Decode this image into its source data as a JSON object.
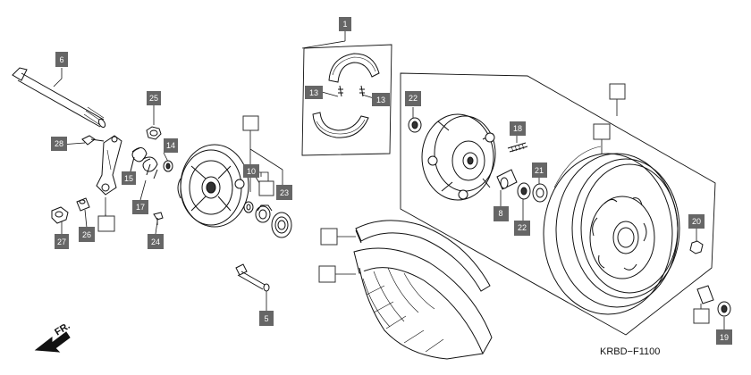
{
  "diagram": {
    "code": "KRBD−F1100",
    "front_marker": "FR."
  },
  "callouts": [
    {
      "id": "c1",
      "text": "1",
      "style": "dark"
    },
    {
      "id": "c6",
      "text": "6",
      "style": "dark"
    },
    {
      "id": "c13a",
      "text": "13",
      "style": "dark"
    },
    {
      "id": "c13b",
      "text": "13",
      "style": "dark"
    },
    {
      "id": "c25",
      "text": "25",
      "style": "dark"
    },
    {
      "id": "c28",
      "text": "28",
      "style": "dark"
    },
    {
      "id": "c14",
      "text": "14",
      "style": "dark"
    },
    {
      "id": "c15",
      "text": "15",
      "style": "dark"
    },
    {
      "id": "c17",
      "text": "17",
      "style": "dark"
    },
    {
      "id": "c10",
      "text": "10",
      "style": "dark"
    },
    {
      "id": "c23",
      "text": "23",
      "style": "dark"
    },
    {
      "id": "c27",
      "text": "27",
      "style": "dark"
    },
    {
      "id": "c26",
      "text": "26",
      "style": "dark"
    },
    {
      "id": "c24",
      "text": "24",
      "style": "dark"
    },
    {
      "id": "c5",
      "text": "5",
      "style": "dark"
    },
    {
      "id": "c22a",
      "text": "22",
      "style": "dark"
    },
    {
      "id": "c18",
      "text": "18",
      "style": "dark"
    },
    {
      "id": "c21",
      "text": "21",
      "style": "dark"
    },
    {
      "id": "c8",
      "text": "8",
      "style": "dark"
    },
    {
      "id": "c22b",
      "text": "22",
      "style": "dark"
    },
    {
      "id": "c20",
      "text": "20",
      "style": "dark"
    },
    {
      "id": "c19",
      "text": "19",
      "style": "dark"
    },
    {
      "id": "b1",
      "text": "",
      "style": "blank"
    },
    {
      "id": "b2",
      "text": "",
      "style": "blank"
    },
    {
      "id": "b3",
      "text": "",
      "style": "blank"
    },
    {
      "id": "b4",
      "text": "",
      "style": "blank"
    },
    {
      "id": "b5",
      "text": "",
      "style": "blank"
    },
    {
      "id": "b6",
      "text": "",
      "style": "blank"
    },
    {
      "id": "b7",
      "text": "",
      "style": "blank"
    },
    {
      "id": "b8",
      "text": "",
      "style": "blank"
    }
  ]
}
